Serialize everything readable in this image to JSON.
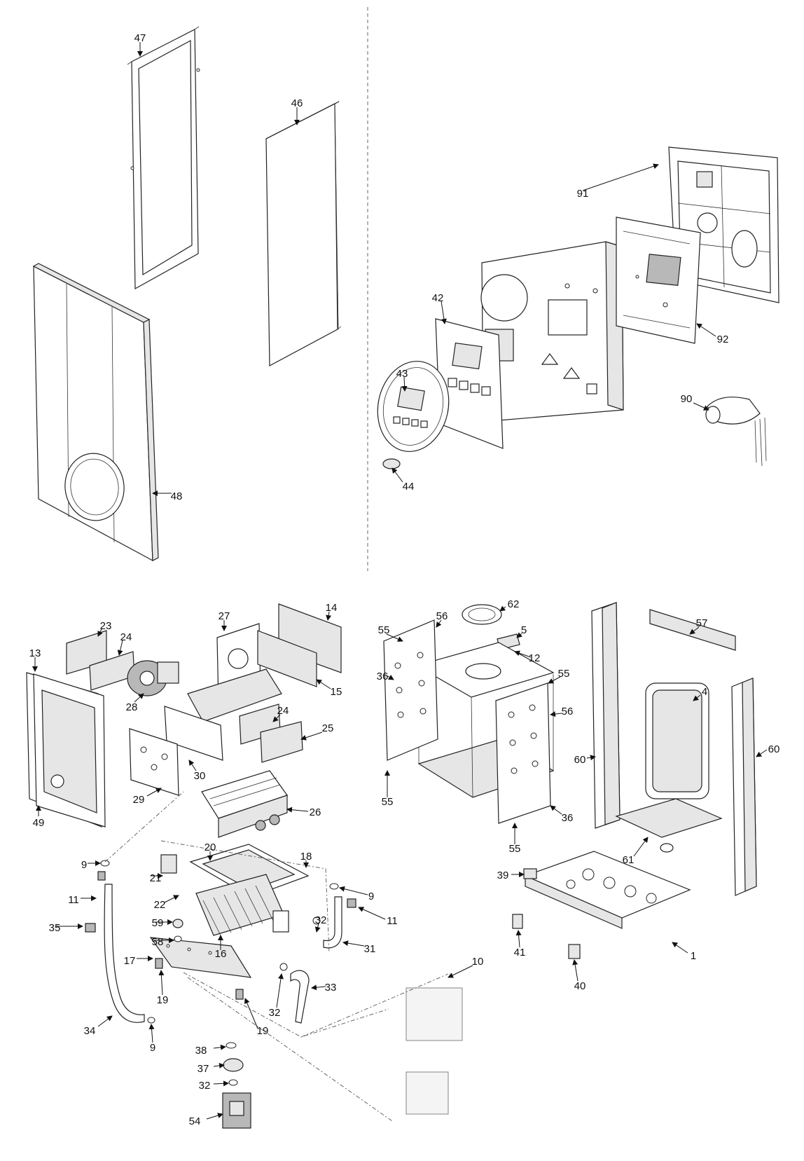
{
  "callouts": [
    {
      "id": "47",
      "text": "47"
    },
    {
      "id": "46",
      "text": "46"
    },
    {
      "id": "48",
      "text": "48"
    },
    {
      "id": "91",
      "text": "91"
    },
    {
      "id": "92",
      "text": "92"
    },
    {
      "id": "90",
      "text": "90"
    },
    {
      "id": "42",
      "text": "42"
    },
    {
      "id": "43",
      "text": "43"
    },
    {
      "id": "44",
      "text": "44"
    },
    {
      "id": "23",
      "text": "23"
    },
    {
      "id": "24a",
      "text": "24"
    },
    {
      "id": "13",
      "text": "13"
    },
    {
      "id": "28",
      "text": "28"
    },
    {
      "id": "27",
      "text": "27"
    },
    {
      "id": "14",
      "text": "14"
    },
    {
      "id": "15",
      "text": "15"
    },
    {
      "id": "24b",
      "text": "24"
    },
    {
      "id": "25",
      "text": "25"
    },
    {
      "id": "30",
      "text": "30"
    },
    {
      "id": "29",
      "text": "29"
    },
    {
      "id": "49",
      "text": "49"
    },
    {
      "id": "26",
      "text": "26"
    },
    {
      "id": "20",
      "text": "20"
    },
    {
      "id": "18",
      "text": "18"
    },
    {
      "id": "9a",
      "text": "9"
    },
    {
      "id": "21",
      "text": "21"
    },
    {
      "id": "11a",
      "text": "11"
    },
    {
      "id": "22",
      "text": "22"
    },
    {
      "id": "9b",
      "text": "9"
    },
    {
      "id": "11b",
      "text": "11"
    },
    {
      "id": "35",
      "text": "35"
    },
    {
      "id": "59",
      "text": "59"
    },
    {
      "id": "32a",
      "text": "32"
    },
    {
      "id": "58",
      "text": "58"
    },
    {
      "id": "16",
      "text": "16"
    },
    {
      "id": "31",
      "text": "31"
    },
    {
      "id": "17",
      "text": "17"
    },
    {
      "id": "10",
      "text": "10"
    },
    {
      "id": "19a",
      "text": "19"
    },
    {
      "id": "32b",
      "text": "32"
    },
    {
      "id": "33",
      "text": "33"
    },
    {
      "id": "34",
      "text": "34"
    },
    {
      "id": "19b",
      "text": "19"
    },
    {
      "id": "9c",
      "text": "9"
    },
    {
      "id": "38",
      "text": "38"
    },
    {
      "id": "37",
      "text": "37"
    },
    {
      "id": "32c",
      "text": "32"
    },
    {
      "id": "54",
      "text": "54"
    },
    {
      "id": "55a",
      "text": "55"
    },
    {
      "id": "56a",
      "text": "56"
    },
    {
      "id": "62",
      "text": "62"
    },
    {
      "id": "5",
      "text": "5"
    },
    {
      "id": "12",
      "text": "12"
    },
    {
      "id": "36a",
      "text": "36"
    },
    {
      "id": "55b",
      "text": "55"
    },
    {
      "id": "56b",
      "text": "56"
    },
    {
      "id": "55c",
      "text": "55"
    },
    {
      "id": "36b",
      "text": "36"
    },
    {
      "id": "55d",
      "text": "55"
    },
    {
      "id": "57",
      "text": "57"
    },
    {
      "id": "4",
      "text": "4"
    },
    {
      "id": "60a",
      "text": "60"
    },
    {
      "id": "60b",
      "text": "60"
    },
    {
      "id": "61",
      "text": "61"
    },
    {
      "id": "39",
      "text": "39"
    },
    {
      "id": "41",
      "text": "41"
    },
    {
      "id": "1",
      "text": "1"
    },
    {
      "id": "40",
      "text": "40"
    }
  ]
}
